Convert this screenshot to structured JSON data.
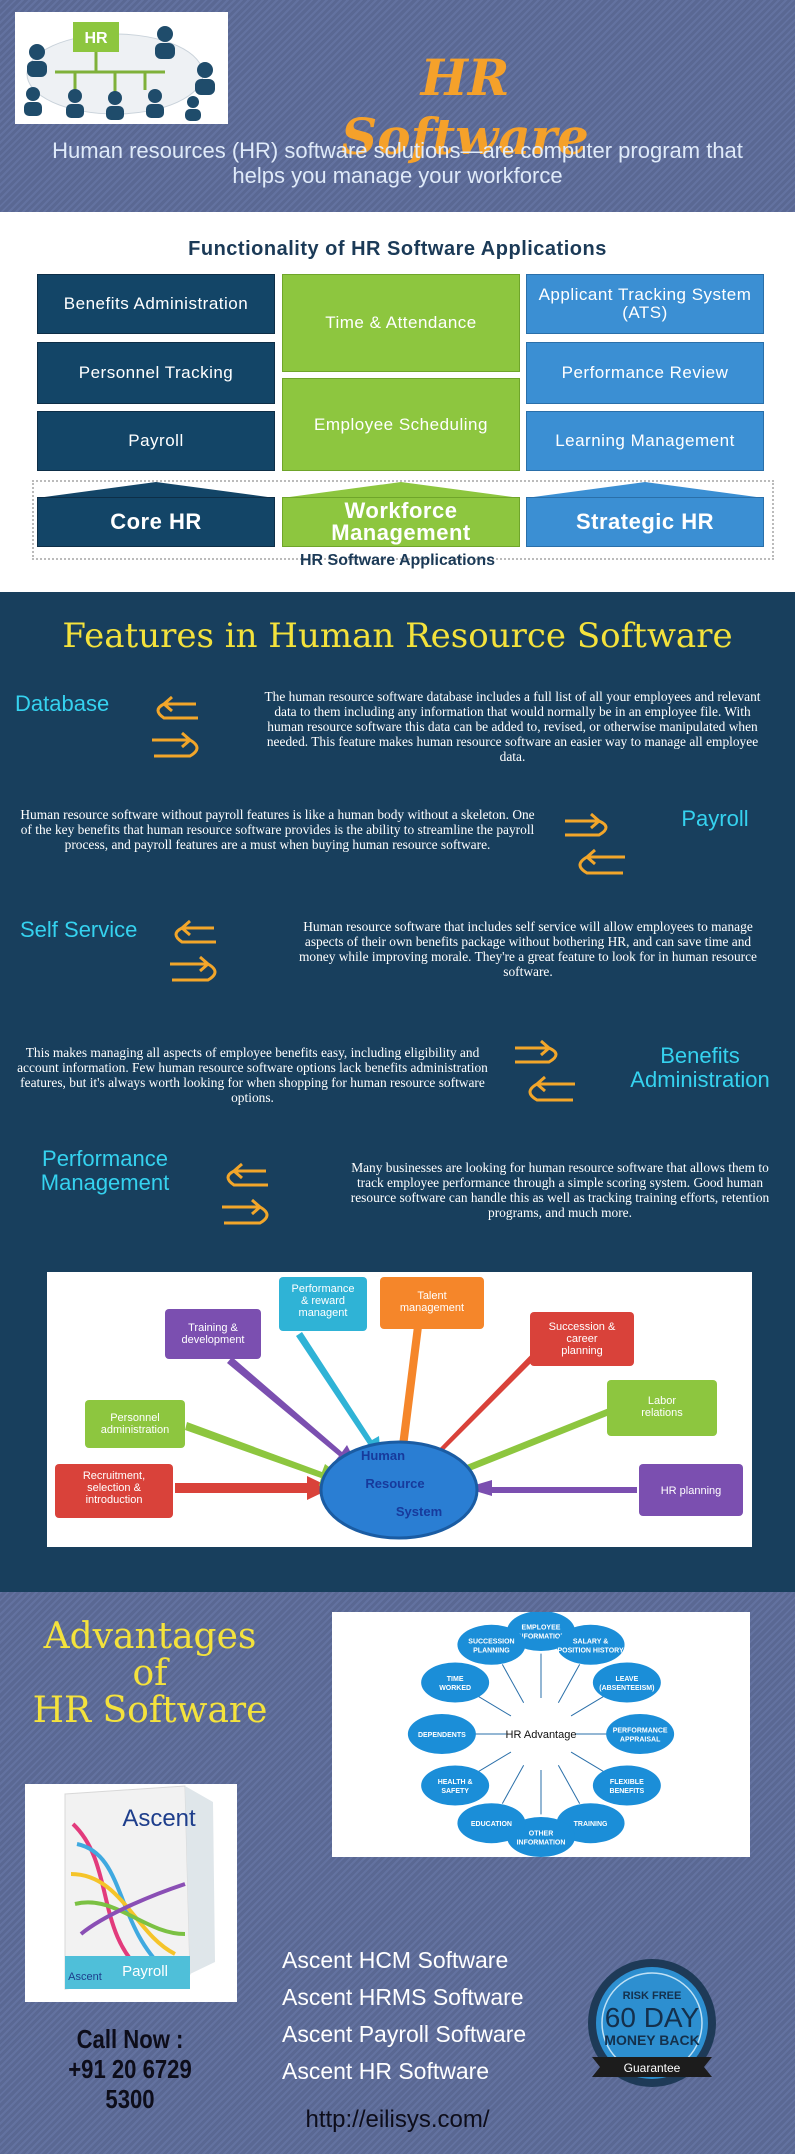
{
  "header": {
    "title": "HR Software",
    "subtitle": "Human resources (HR) software solutions—are computer program that helps you manage your workforce",
    "logo_text": "HR"
  },
  "functionality": {
    "title": "Functionality of HR Software Applications",
    "left": [
      "Benefits Administration",
      "Personnel Tracking",
      "Payroll"
    ],
    "middle": [
      "Time & Attendance",
      "Employee Scheduling"
    ],
    "right": [
      "Applicant Tracking System (ATS)",
      "Performance Review",
      "Learning Management"
    ],
    "base": [
      "Core HR",
      "Workforce Management",
      "Strategic HR"
    ],
    "footer": "HR Software Applications",
    "colors": {
      "dark": "#134567",
      "green": "#8dc63f",
      "blue": "#3b8fd3"
    }
  },
  "features": {
    "title": "Features in Human Resource Software",
    "items": [
      {
        "label": "Database",
        "text": "The human resource software database includes a full list of all your employees and relevant data to them including any information that would normally be in an employee file. With human resource software this data can be added to, revised, or otherwise manipulated when needed. This feature makes human resource software an easier way to manage all employee data."
      },
      {
        "label": "Payroll",
        "text": "Human resource software without payroll features is like a human body without a skeleton. One of the key benefits that human resource software provides is the ability to streamline the payroll process, and payroll features are a must when buying human resource software."
      },
      {
        "label": "Self Service",
        "text": "Human resource software that includes self service will allow employees to manage aspects of their own benefits package without bothering HR, and can save time and money while improving morale. They're a great feature to look for in human resource software."
      },
      {
        "label": "Benefits Administration",
        "text": "This makes managing all aspects of employee benefits easy, including eligibility and account information. Few human resource software options lack benefits administration features, but it's always worth looking for when shopping for human resource software options."
      },
      {
        "label": "Performance Management",
        "text": "Many businesses are looking for human resource software that allows them to track employee performance through a simple scoring system. Good human resource software can handle this as well as tracking training efforts, retention programs, and much more."
      }
    ],
    "hrs_center": [
      "Human",
      "Resource",
      "System"
    ],
    "hrs_nodes": [
      "Recruitment, selection & introduction",
      "Personnel administration",
      "Training & development",
      "Performance & reward managent",
      "Talent management",
      "Succession & career planning",
      "Labor relations",
      "HR planning"
    ]
  },
  "advantages": {
    "title_lines": [
      "Advantages",
      "of",
      "HR Software"
    ],
    "diagram_center": "HR Advantage",
    "diagram_nodes": [
      "EMPLOYEE INFORMATION",
      "SALARY & POSITION HISTORY",
      "LEAVE (ABSENTEEISM)",
      "PERFORMANCE APPRAISAL",
      "FLEXIBLE BENEFITS",
      "TRAINING",
      "OTHER INFORMATION",
      "EDUCATION",
      "HEALTH & SAFETY",
      "DEPENDENTS",
      "TIME WORKED",
      "SUCCESSION PLANNING"
    ],
    "box_brand": "Ascent",
    "box_small": "Ascent",
    "box_product": "Payroll",
    "call_label": "Call Now :",
    "phone": "+91 20 6729 5300",
    "products": [
      "Ascent HCM Software",
      "Ascent  HRMS Software",
      "Ascent  Payroll Software",
      "Ascent  HR Software"
    ],
    "badge": {
      "top": "RISK FREE",
      "days": "60 DAY",
      "money": "MONEY BACK",
      "ribbon": "Guarantee"
    },
    "url": "http://eilisys.com/"
  }
}
